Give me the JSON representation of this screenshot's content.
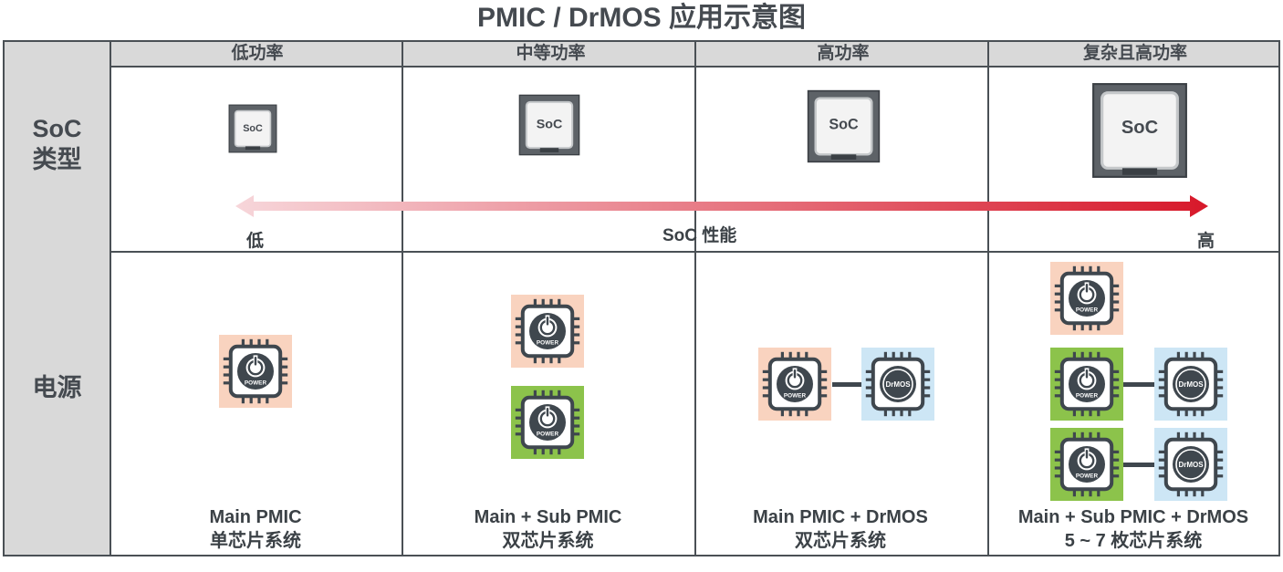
{
  "title": "PMIC / DrMOS 应用示意图",
  "row_headers": {
    "soc": "SoC\n类型",
    "soc_line1": "SoC",
    "soc_line2": "类型",
    "power": "电源"
  },
  "columns": [
    {
      "header": "低功率",
      "footer_line1": "Main PMIC",
      "footer_line2": "单芯片系统"
    },
    {
      "header": "中等功率",
      "footer_line1": "Main + Sub PMIC",
      "footer_line2": "双芯片系统"
    },
    {
      "header": "高功率",
      "footer_line1": "Main PMIC + DrMOS",
      "footer_line2": "双芯片系统"
    },
    {
      "header": "复杂且高功率",
      "footer_line1": "Main + Sub PMIC + DrMOS",
      "footer_line2": "5 ~ 7 枚芯片系统"
    }
  ],
  "soc_chip_label": "SoC",
  "axis": {
    "label": "SoC 性能",
    "low": "低",
    "high": "高"
  },
  "power_label": "POWER",
  "drmos_label": "DrMOS",
  "colors": {
    "main_pmic_bg": "#f9d3bf",
    "sub_pmic_bg": "#8cc34b",
    "drmos_bg": "#cde6f5",
    "arrow_start": "#f7d6da",
    "arrow_end": "#d7182a",
    "chip_dark": "#3f474e"
  }
}
